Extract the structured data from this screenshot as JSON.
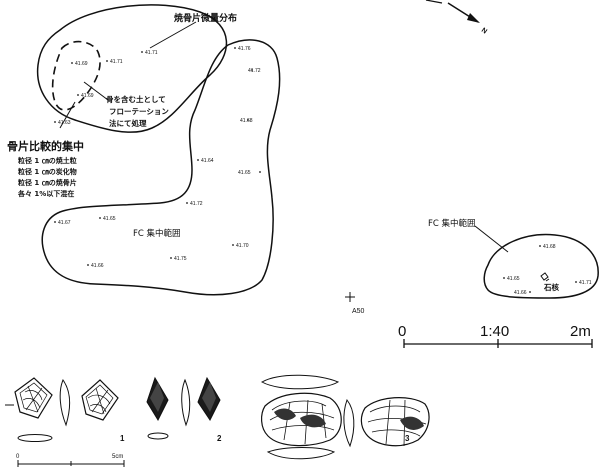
{
  "labels": {
    "burnt_bone_distribution": "焼骨片微量分布",
    "flotation_note": [
      "骨を含む土として",
      "フローテーション",
      "法にて処理"
    ],
    "bone_concentration_title": "骨片比較的集中",
    "bone_concentration_lines": [
      "粒径 1 ㎝の焼土粒",
      "粒径 1 ㎝の炭化物",
      "粒径 1 ㎝の焼骨片",
      "各々 1%以下混在"
    ],
    "fc_range_main": "FC 集中範囲",
    "fc_range_right": "FC 集中範囲",
    "stone_tool": "石核",
    "grid_point": "A50",
    "north": "N"
  },
  "elevations": {
    "e1": "41.71",
    "e2": "41.69",
    "e3": "41.71",
    "e4": "41.69",
    "e5": "41.63",
    "e6": "41.76",
    "e7": "41.72",
    "e8": "41.68",
    "e9": "41.64",
    "e10": "41.65",
    "e11": "41.72",
    "e12": "41.67",
    "e13": "41.65",
    "e14": "41.70",
    "e15": "41.66",
    "e16": "41.75",
    "r1": "41.68",
    "r2": "41.65",
    "r3": "41.71",
    "r4": "41.66"
  },
  "scale_bar": {
    "start": "0",
    "mid": "1:40",
    "end": "2m"
  },
  "artifact_scale": {
    "start": "0",
    "end": "5cm"
  },
  "artifact_numbers": {
    "a1": "1",
    "a2": "2",
    "a3": "3"
  }
}
